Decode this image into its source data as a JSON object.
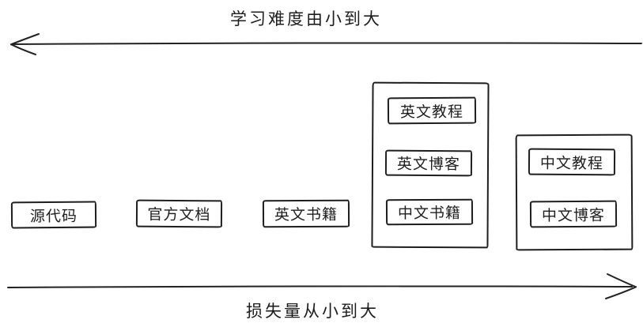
{
  "diagram": {
    "top_axis": {
      "label": "学习难度由小到大",
      "direction": "left"
    },
    "bottom_axis": {
      "label": "损失量从小到大",
      "direction": "right"
    },
    "standalone_items": [
      {
        "label": "源代码"
      },
      {
        "label": "官方文档"
      },
      {
        "label": "英文书籍"
      }
    ],
    "groups": [
      {
        "items": [
          {
            "label": "英文教程"
          },
          {
            "label": "英文博客"
          },
          {
            "label": "中文书籍"
          }
        ]
      },
      {
        "items": [
          {
            "label": "中文教程"
          },
          {
            "label": "中文博客"
          }
        ]
      }
    ]
  },
  "colors": {
    "stroke": "#1e1e1e",
    "background": "#ffffff"
  }
}
